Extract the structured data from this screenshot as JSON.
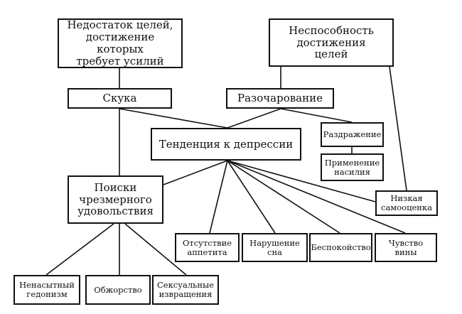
{
  "nodes": {
    "lack_goals": "Недостаток целей,\nдостижение которых\nтребует усилий",
    "inability": "Неспособность\nдостижения\nцелей",
    "boredom": "Скука",
    "disappointment": "Разочарование",
    "depression": "Тенденция к депрессии",
    "irritation": "Раздражение",
    "violence": "Применение\nнасилия",
    "pleasure": "Поиски\nчрезмерного\nудовольствия",
    "self_esteem": "Низкая\nсамооценка",
    "appetite": "Отсутствие\nаппетита",
    "sleep": "Нарушение\nсна",
    "anxiety": "Беспокойство",
    "guilt": "Чувство\nвины",
    "hedonism": "Ненасытный\nгедонизм",
    "gluttony": "Обжорство",
    "perversions": "Сексуальные\nизвращения"
  }
}
